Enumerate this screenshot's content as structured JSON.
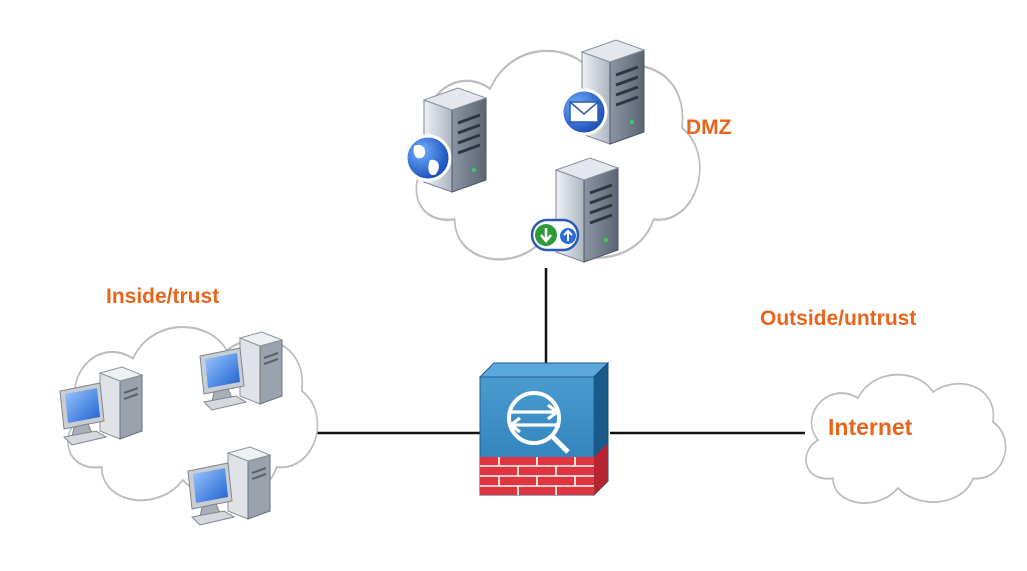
{
  "labels": {
    "dmz": "DMZ",
    "inside": "Inside/trust",
    "outside": "Outside/untrust",
    "internet": "Internet"
  },
  "colors": {
    "label": "#e8651b",
    "link": "#111111",
    "cloud_stroke": "#bcbcbc",
    "firewall_blue": "#1f6fa6",
    "firewall_brick": "#e0343f",
    "pc_screen": "#3a7fe0",
    "server_body": "#cfd4dc"
  },
  "icons": {
    "firewall": "firewall-icon",
    "web_server": "web-server-icon",
    "mail_server": "mail-server-icon",
    "ftp_server": "file-transfer-server-icon",
    "workstation": "workstation-icon",
    "cloud": "cloud-icon"
  }
}
